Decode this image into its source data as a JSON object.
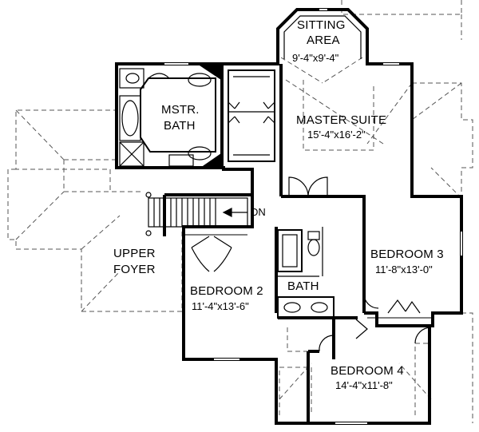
{
  "rooms": {
    "sitting_area": {
      "name_line1": "SITTING",
      "name_line2": "AREA",
      "dims": "9'-4\"x9'-4\""
    },
    "master_bath": {
      "name_line1": "MSTR.",
      "name_line2": "BATH"
    },
    "master_suite": {
      "name": "MASTER SUITE",
      "dims": "15'-4\"x16'-2\""
    },
    "upper_foyer": {
      "name_line1": "UPPER",
      "name_line2": "FOYER"
    },
    "bedroom_2": {
      "name": "BEDROOM 2",
      "dims": "11'-4\"x13'-6\""
    },
    "bedroom_3": {
      "name": "BEDROOM 3",
      "dims": "11'-8\"x13'-0\""
    },
    "bedroom_4": {
      "name": "BEDROOM 4",
      "dims": "14'-4\"x11'-8\""
    },
    "bath": {
      "name": "BATH"
    }
  },
  "stairs": {
    "direction_label": "DN"
  }
}
